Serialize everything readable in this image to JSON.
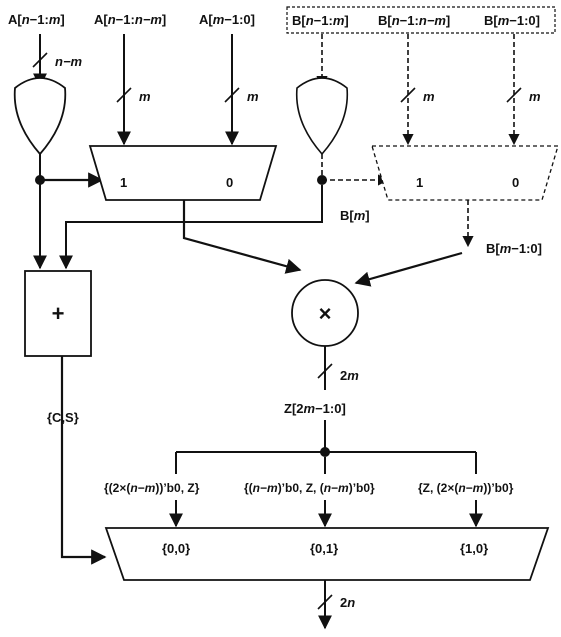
{
  "colors": {
    "ink": "#111111",
    "background": "#ffffff"
  },
  "inputs_a": {
    "high": {
      "prefix": "A[",
      "var1": "n",
      "mid": "−1:",
      "var2": "m",
      "suffix": "]"
    },
    "mid": {
      "prefix": "A[",
      "var1": "n",
      "mid": "−1:",
      "var2": "n−m",
      "suffix": "]"
    },
    "low": {
      "prefix": "A[",
      "var1": "m",
      "suffix": "−1:0]"
    }
  },
  "inputs_b": {
    "high": {
      "prefix": "B[",
      "var1": "n",
      "mid": "−1:",
      "var2": "m",
      "suffix": "]"
    },
    "mid": {
      "prefix": "B[",
      "var1": "n",
      "mid": "−1:",
      "var2": "n−m",
      "suffix": "]"
    },
    "low": {
      "prefix": "B[",
      "var1": "m",
      "suffix": "−1:0]"
    }
  },
  "bus_widths": {
    "n_minus_m": "n−m",
    "m": "m",
    "two_m": "2m",
    "two_n": "2n"
  },
  "mux_a_inputs": {
    "one": "1",
    "zero": "0"
  },
  "mux_b_inputs": {
    "one": "1",
    "zero": "0"
  },
  "signals": {
    "b_m": {
      "prefix": "B[",
      "var": "m",
      "suffix": "]"
    },
    "b_low": {
      "prefix": "B[",
      "var": "m",
      "suffix": "−1:0]"
    },
    "z": {
      "prefix": "Z[2",
      "var": "m",
      "suffix": "−1:0]"
    },
    "cs": "{C,S}"
  },
  "adder_symbol": "+",
  "multiplier_symbol": "×",
  "concat_labels": {
    "left": {
      "p1": "{(2×(",
      "v1": "n−m",
      "p2": "))’b0, Z}"
    },
    "center": {
      "p1": "{(",
      "v1": "n−m",
      "p2": ")’b0, Z, (",
      "v2": "n−m",
      "p3": ")’b0}"
    },
    "right": {
      "p1": "{Z, (2×(",
      "v1": "n−m",
      "p2": "))’b0}"
    }
  },
  "final_mux_inputs": {
    "sel00": "{0,0}",
    "sel01": "{0,1}",
    "sel10": "{1,0}"
  }
}
